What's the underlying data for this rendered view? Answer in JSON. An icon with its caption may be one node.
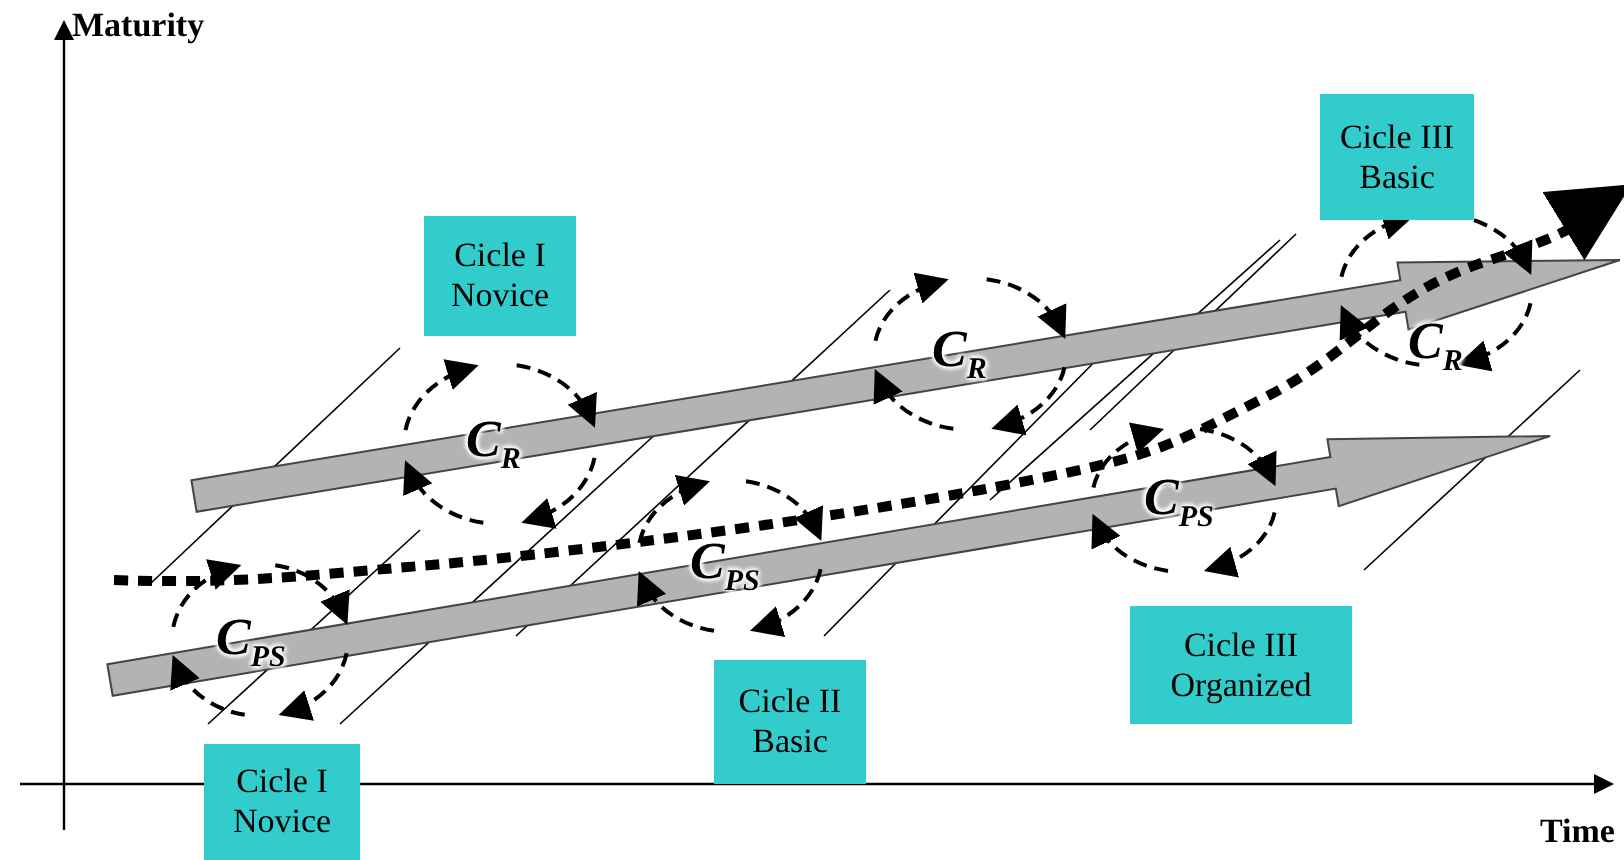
{
  "diagram": {
    "nodes": [
      {
        "text": [
          "Cicle III Basic"
        ]
      },
      {
        "text": [
          "Cicle I Novice"
        ]
      },
      {
        "text": [
          "Cicle III Organized"
        ]
      },
      {
        "text": [
          "Cicle II Basic"
        ]
      },
      {
        "text": [
          "Cicle I Novice"
        ]
      }
    ],
    "labels": [
      "Maturity",
      "C$_{R}$",
      "C$_{R}$",
      "C$_{R}$",
      "C$_{PS}$",
      "C$_{PS}$",
      "C$_{PS}$",
      "Time"
    ]
  }
}
